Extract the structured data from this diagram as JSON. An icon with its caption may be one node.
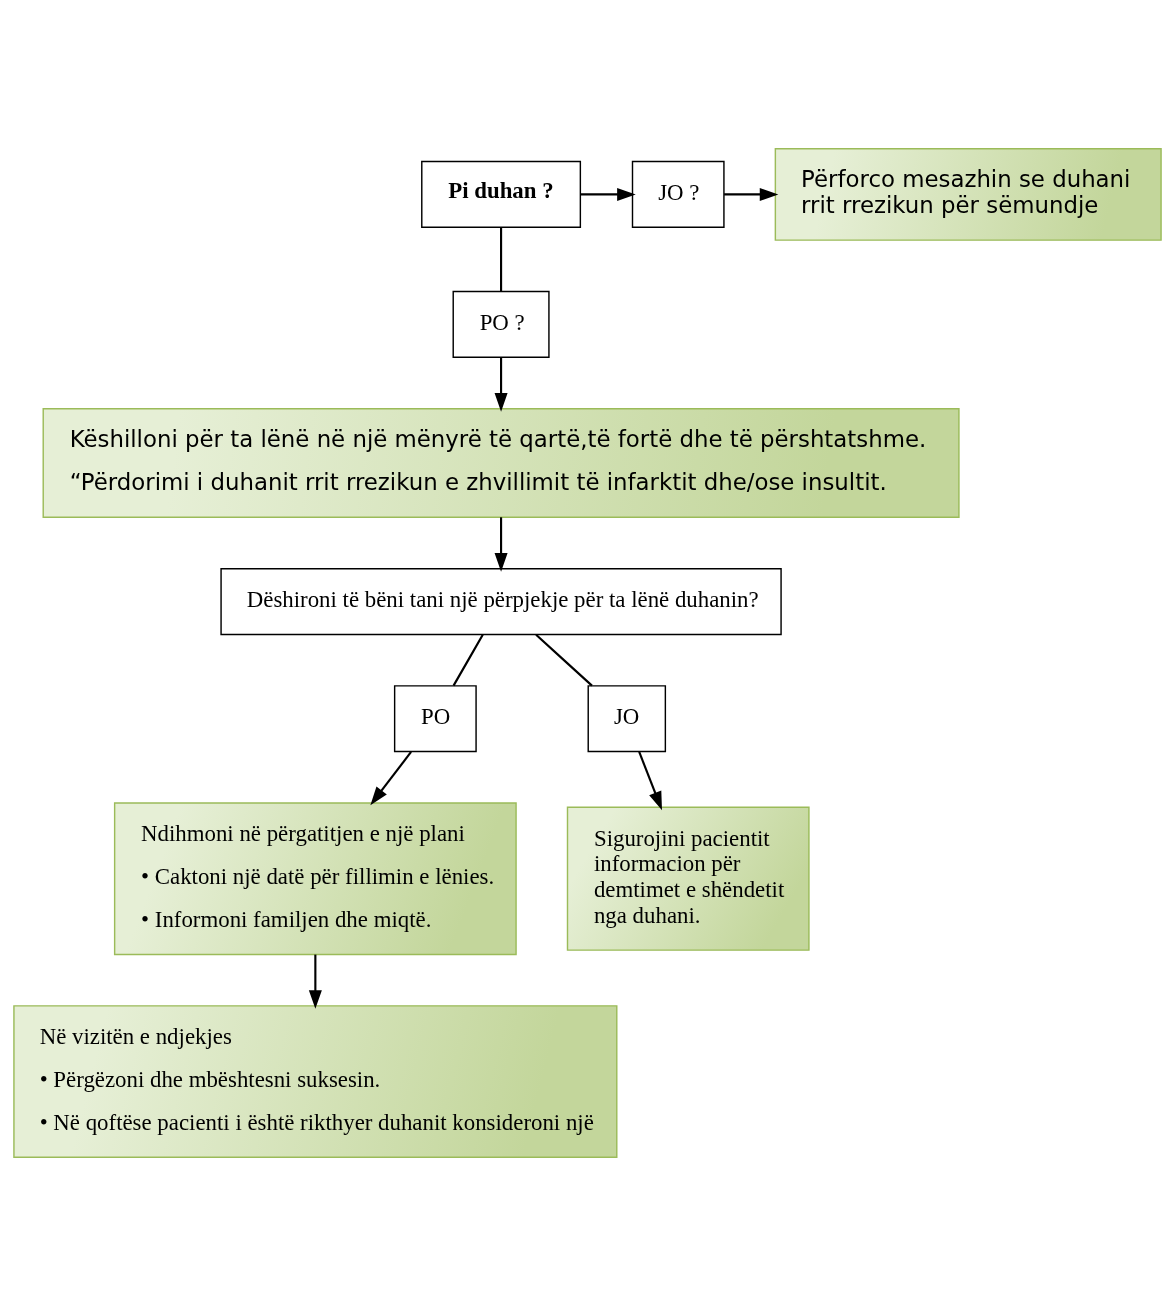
{
  "diagram": {
    "nodes": [
      {
        "text": [
          "Pi duhan ?"
        ]
      },
      {
        "text": [
          "JO ?"
        ]
      },
      {
        "text": [
          "Përforco mesazhin se duhani rrit rrezikun për sëmundje"
        ]
      },
      {
        "text": [
          "PO ?"
        ]
      },
      {
        "text": [
          "Këshilloni për ta lënë në një mënyrë të qartë,të fortë dhe të përshtatshme.",
          "“Përdorimi i duhanit rrit rrezikun e zhvillimit të infarktit dhe/ose insultit."
        ]
      },
      {
        "text": [
          "Dëshironi të bëni tani një përpjekje për ta lënë duhanin?"
        ]
      },
      {
        "text": [
          "PO"
        ]
      },
      {
        "text": [
          "JO"
        ]
      },
      {
        "text": [
          "Ndihmoni në përgatitjen e një plani",
          "• Caktoni një datë për fillimin e lënies.",
          "• Informoni familjen dhe miqtë."
        ]
      },
      {
        "text": [
          "Sigurojini pacientit informacion për demtimet e shëndetit nga duhani."
        ]
      },
      {
        "text": [
          "Në vizitën e ndjekjes",
          "• Përgëzoni dhe mbështesni suksesin.",
          "• Në qoftëse pacienti i është rikthyer duhanit konsideroni një"
        ]
      }
    ],
    "edges": [
      {
        "from": 0,
        "to": 1,
        "arrow": "to"
      },
      {
        "from": 1,
        "to": 2,
        "arrow": "to"
      },
      {
        "from": 0,
        "to": 3,
        "arrow": "none"
      },
      {
        "from": 3,
        "to": 4,
        "arrow": "to"
      },
      {
        "from": 4,
        "to": 5,
        "arrow": "to"
      },
      {
        "from": 5,
        "to": 6,
        "arrow": "none"
      },
      {
        "from": 5,
        "to": 7,
        "arrow": "none"
      },
      {
        "from": 6,
        "to": 8,
        "arrow": "to"
      },
      {
        "from": 7,
        "to": 9,
        "arrow": "to"
      },
      {
        "from": 8,
        "to": 10,
        "arrow": "to"
      }
    ]
  }
}
